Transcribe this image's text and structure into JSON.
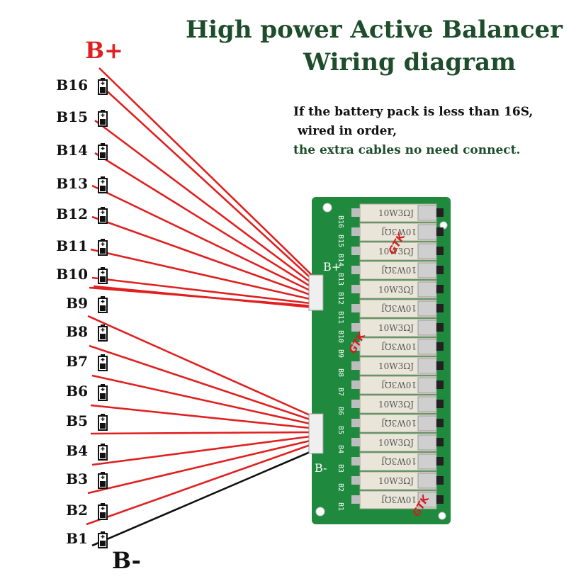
{
  "title": {
    "line1": "High power Active Balancer",
    "line2": "Wiring diagram"
  },
  "note": {
    "line1": "If the battery pack is less than 16S,",
    "line2": "wired in order,",
    "line3": "the extra cables no need connect."
  },
  "terminals": {
    "positive": "B+",
    "negative": "B-"
  },
  "cells": [
    "B16",
    "B15",
    "B14",
    "B13",
    "B12",
    "B11",
    "B10",
    "B9",
    "B8",
    "B7",
    "B6",
    "B5",
    "B4",
    "B3",
    "B2",
    "B1"
  ],
  "board": {
    "positive_label": "B+",
    "negative_label": "B-",
    "resistor_marking": "10W3ΩJ",
    "silkscreen_labels": [
      "B16",
      "B15",
      "B14",
      "B13",
      "B12",
      "B11",
      "B10",
      "B9",
      "B8",
      "B7",
      "B6",
      "B5",
      "B4",
      "B3",
      "B2",
      "B1"
    ],
    "logo": "GTK"
  },
  "colors": {
    "title": "#1e4d2b",
    "wire_positive": "#e02020",
    "wire_negative": "#111111",
    "pcb": "#1f8a3e",
    "b_plus": "#e02020"
  }
}
